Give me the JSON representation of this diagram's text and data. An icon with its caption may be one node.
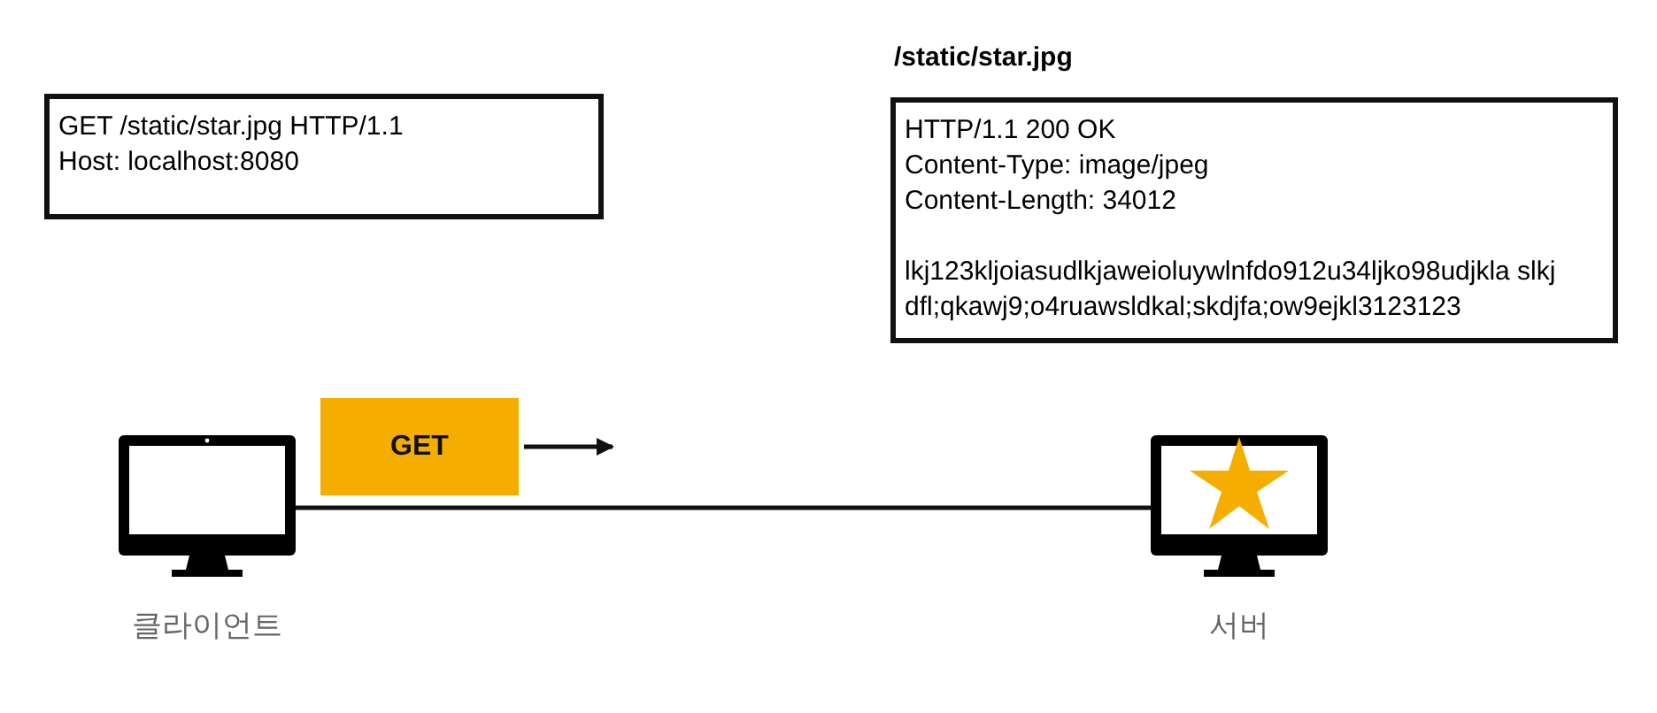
{
  "diagram": {
    "nodes": [
      {
        "text": [
          "GET /static/star.jpg HTTP/1.1",
          "Host: localhost:8080"
        ]
      },
      {
        "text": [
          "/static/star.jpg",
          "HTTP/1.1 200 OK",
          "Content-Type: image/jpeg",
          "Content-Length: 34012",
          "lkj123kljoiasudlkjaweioluywlnfdo912u34ljko98udjkla slkjdfl;qkawj9;o4ruawsldkal;skdjfa;ow9ejkl3123123"
        ]
      },
      {
        "text": [],
        "shape": "monitor",
        "beside": [
          "클라이언트"
        ]
      },
      {
        "text": [
          "GET"
        ]
      },
      {
        "text": [],
        "shape": "monitor",
        "beside": [
          "서버"
        ]
      }
    ],
    "edges": [
      {
        "from": 2,
        "to": 4,
        "arrow": "none"
      },
      {
        "from": 3,
        "to": null,
        "arrow": "to"
      }
    ]
  }
}
